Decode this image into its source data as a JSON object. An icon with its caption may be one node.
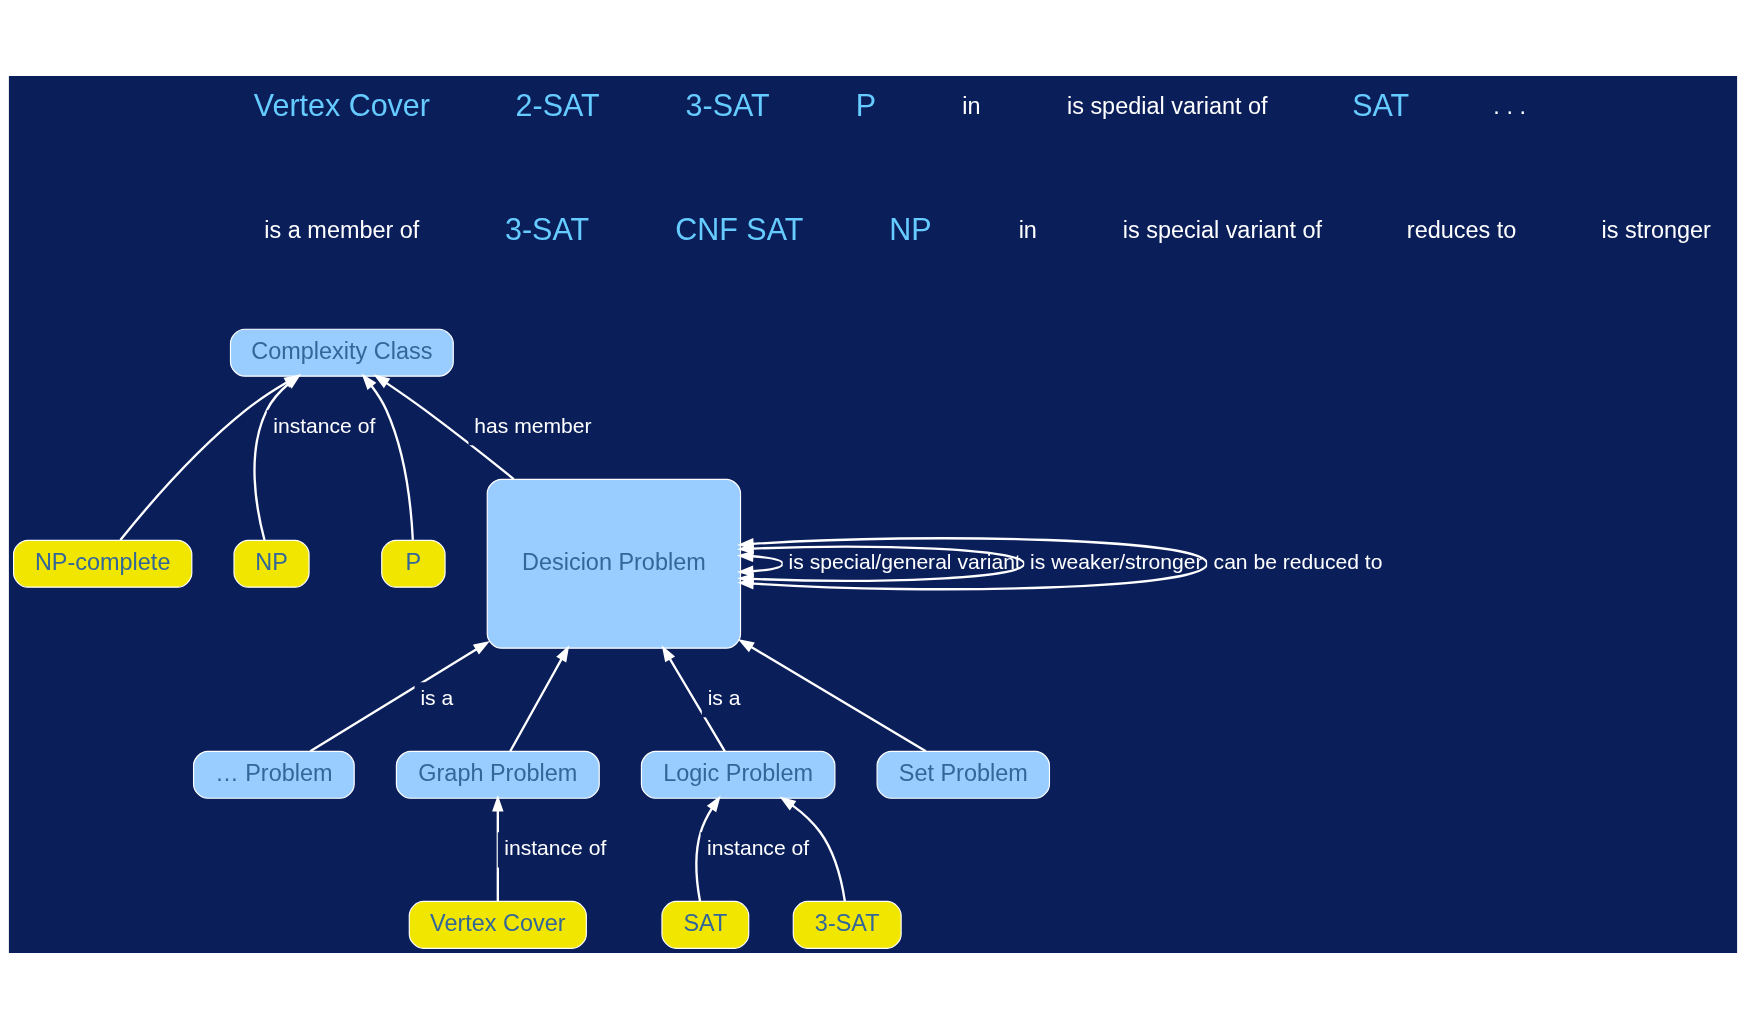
{
  "diagram": {
    "nodes": [
      {
        "text": [
          "Desicion Problem"
        ]
      },
      {
        "text": [
          "Complexity Class"
        ]
      },
      {
        "text": [
          "… Problem"
        ]
      },
      {
        "text": [
          "Graph Problem"
        ]
      },
      {
        "text": [
          "Logic Problem"
        ]
      },
      {
        "text": [
          "Set Problem"
        ]
      },
      {
        "text": [
          "Vertex Cover"
        ]
      },
      {
        "text": [
          "SAT"
        ]
      },
      {
        "text": [
          "3-SAT"
        ]
      },
      {
        "text": [
          "NP-complete"
        ]
      },
      {
        "text": [
          "NP"
        ]
      },
      {
        "text": [
          "P"
        ]
      }
    ],
    "edges": [
      {
        "from": 0,
        "to": 0,
        "arrow": "both",
        "label": "is special/general variant"
      },
      {
        "from": 0,
        "to": 0,
        "arrow": "both",
        "label": "is weaker/stronger"
      },
      {
        "from": 0,
        "to": 0,
        "arrow": "both",
        "label": "can be reduced to"
      },
      {
        "from": 0,
        "to": 1,
        "arrow": "to",
        "label": "has member"
      },
      {
        "from": 2,
        "to": 0,
        "arrow": "to",
        "label": "is a"
      },
      {
        "from": 3,
        "to": 0,
        "arrow": "to"
      },
      {
        "from": 4,
        "to": 0,
        "arrow": "to",
        "label": "is a"
      },
      {
        "from": 5,
        "to": 0,
        "arrow": "to"
      },
      {
        "from": 6,
        "to": 3,
        "arrow": "to",
        "label": "instance of"
      },
      {
        "from": 7,
        "to": 4,
        "arrow": "to",
        "label": "instance of"
      },
      {
        "from": 8,
        "to": 4,
        "arrow": "to"
      },
      {
        "from": 9,
        "to": 1,
        "arrow": "to"
      },
      {
        "from": 10,
        "to": 1,
        "arrow": "to",
        "label": "instance of"
      },
      {
        "from": 11,
        "to": 1,
        "arrow": "to"
      }
    ],
    "labels": [
      "is a member of",
      "3-SAT",
      "CNF SAT",
      "NP",
      "in",
      "is special variant of",
      "reduces to",
      "is stronger",
      "Vertex Cover",
      "2-SAT",
      "3-SAT",
      "P",
      "in",
      "is spedial variant of",
      "SAT",
      ". . ."
    ]
  }
}
